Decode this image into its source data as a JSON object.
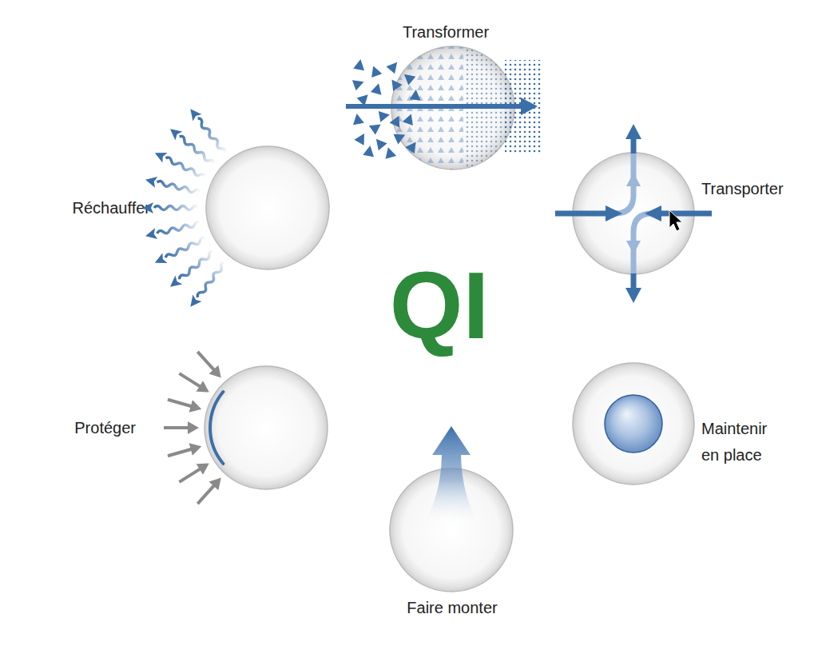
{
  "diagram": {
    "nodes": [
      {
        "text": [
          "Transformer"
        ]
      },
      {
        "text": [
          "Réchauffer"
        ]
      },
      {
        "text": [
          "Transporter"
        ]
      },
      {
        "text": [
          "Protéger"
        ]
      },
      {
        "text": [
          "Maintenir en place"
        ]
      },
      {
        "text": [
          "Faire monter"
        ]
      }
    ],
    "labels": [
      "QI"
    ]
  }
}
